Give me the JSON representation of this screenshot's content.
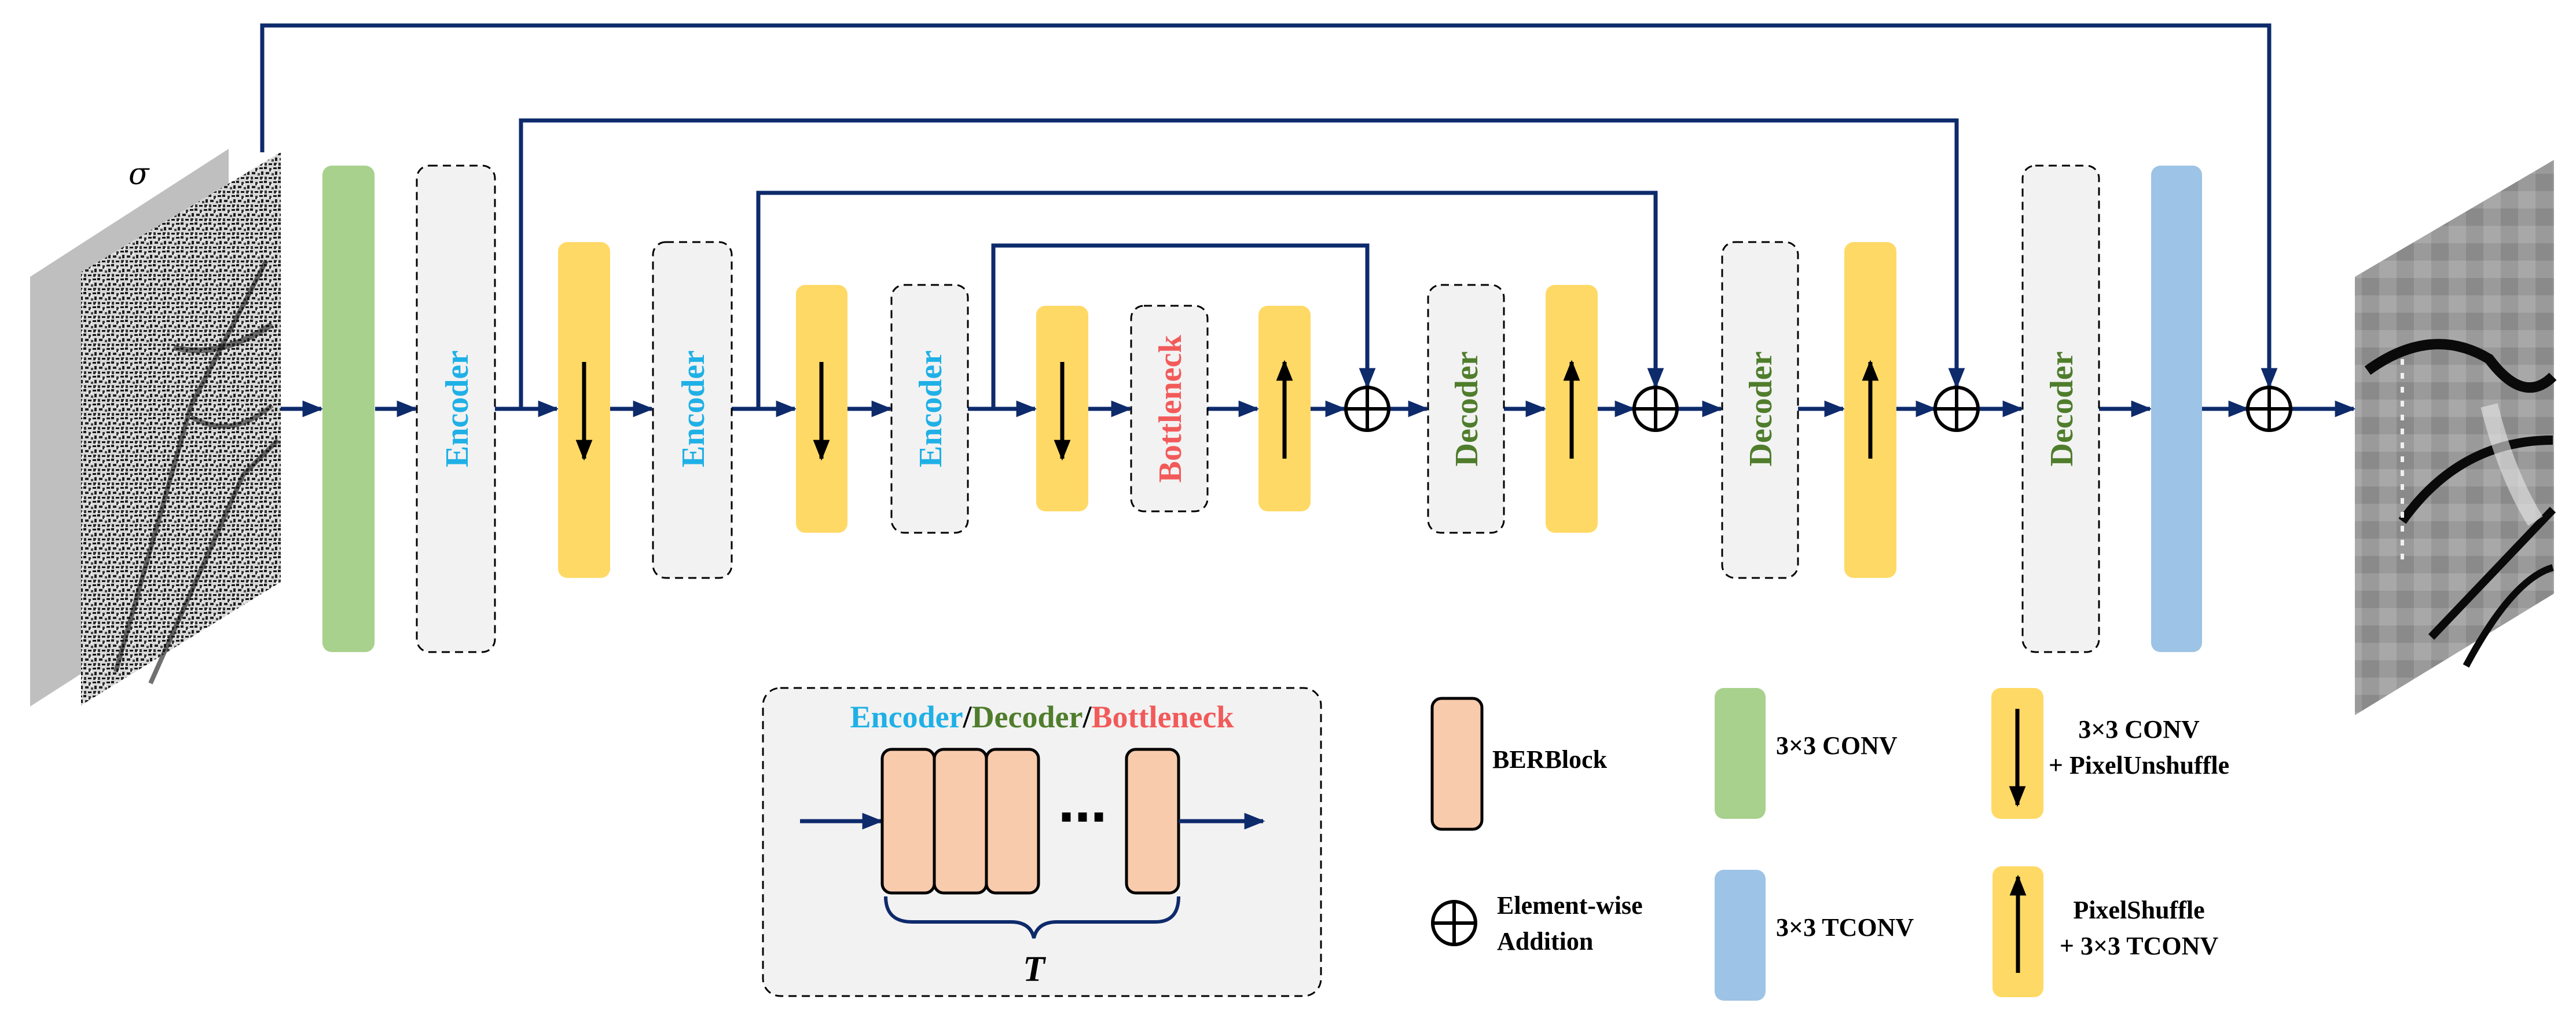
{
  "input": {
    "sigma_label": "σ"
  },
  "blocks": {
    "encoder_label": "Encoder",
    "decoder_label": "Decoder",
    "bottleneck_label": "Bottleneck"
  },
  "inset": {
    "title_encoder": "Encoder",
    "slash1": "/",
    "title_decoder": "Decoder",
    "slash2": "/",
    "title_bottleneck": "Bottleneck",
    "ellipsis": "⋯",
    "repeat_label": "T"
  },
  "legend": {
    "berblock": "BERBlock",
    "conv": "3×3 CONV",
    "down_line1": "3×3 CONV",
    "down_line2": "+ PixelUnshuffle",
    "add_line1": "Element-wise",
    "add_line2": "Addition",
    "tconv": "3×3 TCONV",
    "up_line1": "PixelShuffle",
    "up_line2": "+ 3×3 TCONV"
  },
  "colors": {
    "encoder": "#1fb0e6",
    "decoder": "#4f7d2c",
    "bottleneck": "#f25a5a",
    "conv": "#a8d18d",
    "sample": "#ffd966",
    "tconv": "#9dc3e6",
    "berblock": "#f8cbad",
    "block_bg": "#f2f2f2",
    "line": "#0d2a6b"
  }
}
